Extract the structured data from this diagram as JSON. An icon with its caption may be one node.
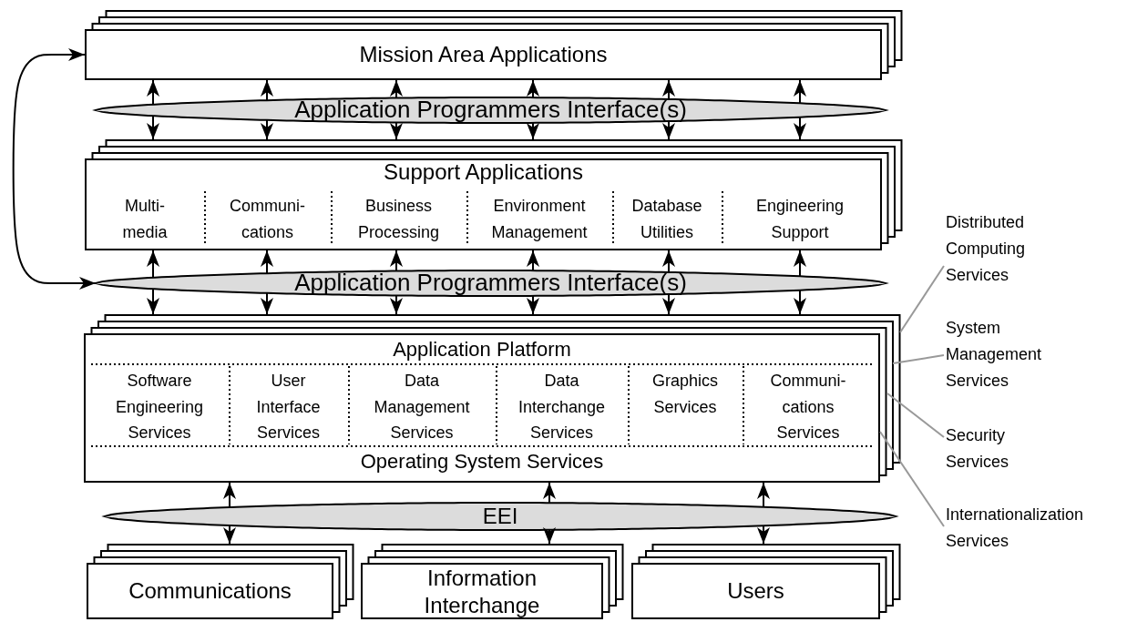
{
  "diagram": {
    "nodes": [
      {
        "text": [
          "Mission Area Applications"
        ]
      },
      {
        "text": [
          "Application Programmers Interface(s)"
        ]
      },
      {
        "text": [
          "Support Applications"
        ]
      },
      {
        "text": [
          "Multi- media"
        ],
        "in": 2
      },
      {
        "text": [
          "Communi- cations"
        ],
        "in": 2
      },
      {
        "text": [
          "Business Processing"
        ],
        "in": 2
      },
      {
        "text": [
          "Environment Management"
        ],
        "in": 2
      },
      {
        "text": [
          "Database Utilities"
        ],
        "in": 2
      },
      {
        "text": [
          "Engineering Support"
        ],
        "in": 2
      },
      {
        "text": [
          "Application Programmers Interface(s)"
        ]
      },
      {
        "text": [
          "Application Platform"
        ]
      },
      {
        "text": [
          "Software Engineering Services"
        ],
        "in": 10
      },
      {
        "text": [
          "User Interface Services"
        ],
        "in": 10
      },
      {
        "text": [
          "Data Management Services"
        ],
        "in": 10
      },
      {
        "text": [
          "Data Interchange Services"
        ],
        "in": 10
      },
      {
        "text": [
          "Graphics Services"
        ],
        "in": 10
      },
      {
        "text": [
          "Communi- cations Services"
        ],
        "in": 10
      },
      {
        "text": [
          "Operating System Services"
        ],
        "in": 10
      },
      {
        "text": [
          "EEI"
        ]
      },
      {
        "text": [
          "Communications"
        ]
      },
      {
        "text": [
          "Information Interchange"
        ]
      },
      {
        "text": [
          "Users"
        ]
      },
      {
        "text": [
          "Distributed Computing Services"
        ]
      },
      {
        "text": [
          "System Management Services"
        ]
      },
      {
        "text": [
          "Security Services"
        ]
      },
      {
        "text": [
          "Internationalization Services"
        ]
      }
    ],
    "edges": [
      {
        "from": 0,
        "to": 9,
        "arrow": "both"
      },
      {
        "from": 1,
        "to": 0,
        "arrow": "to"
      },
      {
        "from": 1,
        "to": 2,
        "arrow": "to"
      },
      {
        "from": 1,
        "to": 0,
        "arrow": "to"
      },
      {
        "from": 1,
        "to": 2,
        "arrow": "to"
      },
      {
        "from": 1,
        "to": 0,
        "arrow": "to"
      },
      {
        "from": 1,
        "to": 2,
        "arrow": "to"
      },
      {
        "from": 1,
        "to": 0,
        "arrow": "to"
      },
      {
        "from": 1,
        "to": 2,
        "arrow": "to"
      },
      {
        "from": 1,
        "to": 0,
        "arrow": "to"
      },
      {
        "from": 1,
        "to": 2,
        "arrow": "to"
      },
      {
        "from": 1,
        "to": 0,
        "arrow": "to"
      },
      {
        "from": 1,
        "to": 2,
        "arrow": "to"
      },
      {
        "from": 9,
        "to": 2,
        "arrow": "to"
      },
      {
        "from": 9,
        "to": 10,
        "arrow": "to"
      },
      {
        "from": 9,
        "to": 2,
        "arrow": "to"
      },
      {
        "from": 9,
        "to": 10,
        "arrow": "to"
      },
      {
        "from": 9,
        "to": 2,
        "arrow": "to"
      },
      {
        "from": 9,
        "to": 10,
        "arrow": "to"
      },
      {
        "from": 9,
        "to": 2,
        "arrow": "to"
      },
      {
        "from": 9,
        "to": 10,
        "arrow": "to"
      },
      {
        "from": 9,
        "to": 2,
        "arrow": "to"
      },
      {
        "from": 9,
        "to": 10,
        "arrow": "to"
      },
      {
        "from": 9,
        "to": 2,
        "arrow": "to"
      },
      {
        "from": 9,
        "to": 10,
        "arrow": "to"
      },
      {
        "from": 18,
        "to": 10,
        "arrow": "to"
      },
      {
        "from": 18,
        "to": 19,
        "arrow": "to"
      },
      {
        "from": 18,
        "to": 10,
        "arrow": "to"
      },
      {
        "from": 18,
        "to": 20,
        "arrow": "to"
      },
      {
        "from": 18,
        "to": 10,
        "arrow": "to"
      },
      {
        "from": 18,
        "to": 21,
        "arrow": "to"
      },
      {
        "from": 22,
        "to": 10,
        "arrow": "none",
        "color": "#999999"
      },
      {
        "from": 23,
        "to": 10,
        "arrow": "none",
        "color": "#999999"
      },
      {
        "from": 24,
        "to": 10,
        "arrow": "none",
        "color": "#999999"
      },
      {
        "from": 25,
        "to": 10,
        "arrow": "none",
        "color": "#999999"
      }
    ]
  }
}
